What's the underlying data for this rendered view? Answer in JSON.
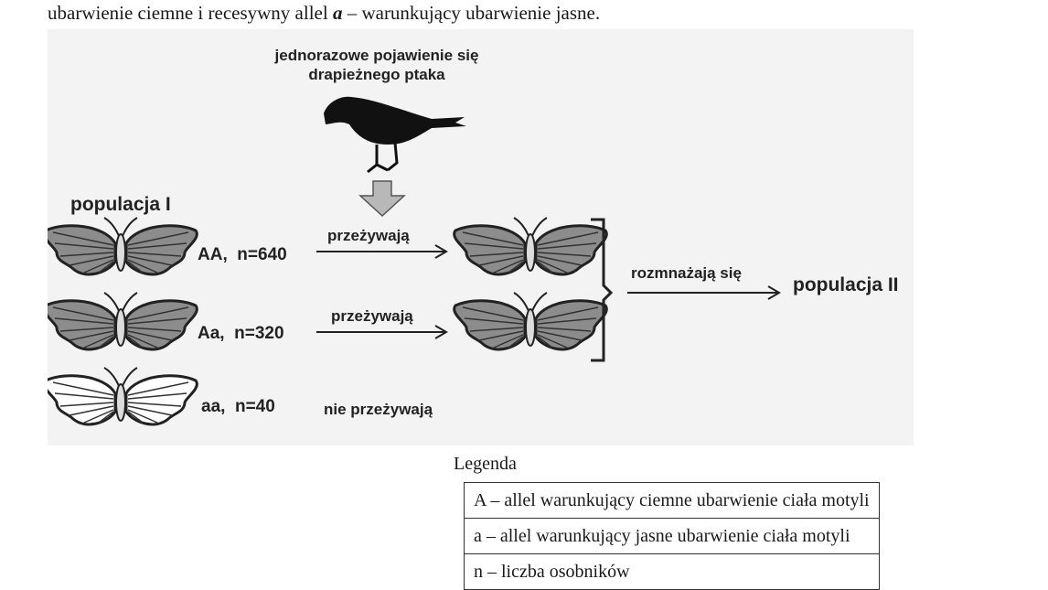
{
  "intro": {
    "pre": "ubarwienie ciemne i recesywny allel ",
    "allele": "a",
    "post": " – warunkujący ubarwienie jasne."
  },
  "diagram": {
    "predator_line1": "jednorazowe pojawienie się",
    "predator_line2": "drapieżnego ptaka",
    "population_1": "populacja I",
    "population_2": "populacja II",
    "rows": [
      {
        "genotype": "AA,",
        "count": "n=640",
        "fate": "przeżywają",
        "wing_color": "#8c8c8c"
      },
      {
        "genotype": "Aa,",
        "count": "n=320",
        "fate": "przeżywają",
        "wing_color": "#8c8c8c"
      },
      {
        "genotype": "aa,",
        "count": "n=40",
        "fate": "nie przeżywają",
        "wing_color": "#ffffff"
      }
    ],
    "reproduce": "rozmnażają się",
    "colors": {
      "dark_wing": "#8c8c8c",
      "light_wing": "#ffffff",
      "arrow_fill": "#b8b8b8",
      "bird": "#111111",
      "background": "#f3f3f3"
    }
  },
  "legend": {
    "title": "Legenda",
    "entries": [
      "A – allel warunkujący ciemne ubarwienie ciała motyli",
      "a  – allel warunkujący jasne ubarwienie ciała motyli",
      "n  – liczba osobników"
    ]
  }
}
